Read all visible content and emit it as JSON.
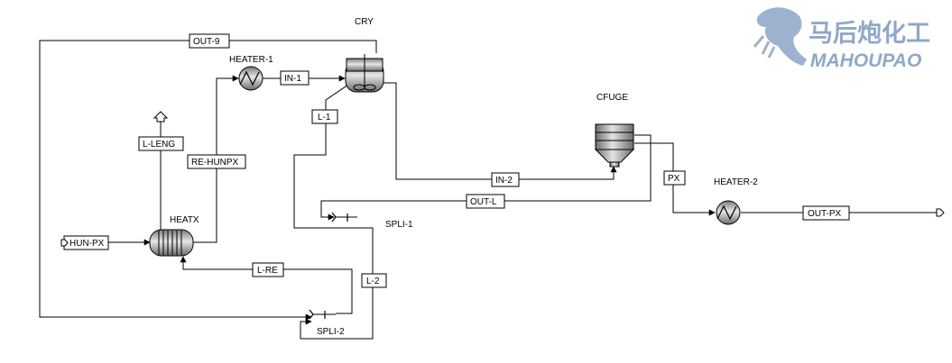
{
  "blocks": {
    "cry": "CRY",
    "heater1": "HEATER-1",
    "heater2": "HEATER-2",
    "cfuge": "CFUGE",
    "heatx": "HEATX",
    "spli1": "SPLI-1",
    "spli2": "SPLI-2"
  },
  "streams": {
    "out9": "OUT-9",
    "in1": "IN-1",
    "l1": "L-1",
    "leng": "L-LENG",
    "rehunpx": "RE-HUNPX",
    "in2": "IN-2",
    "outl": "OUT-L",
    "px": "PX",
    "outpx": "OUT-PX",
    "hunpx": "HUN-PX",
    "lre": "L-RE",
    "l2": "L-2"
  },
  "watermark": {
    "cn": "马后炮化工",
    "en": "MAHOUPAO"
  }
}
